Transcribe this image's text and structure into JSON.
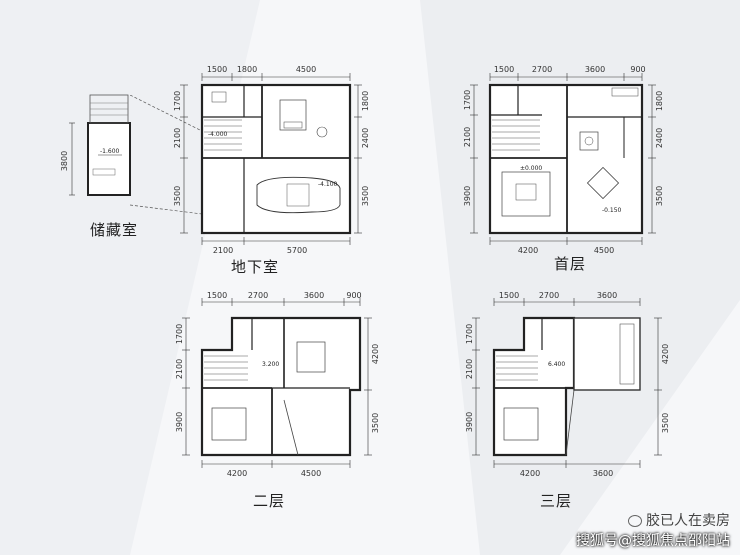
{
  "captions": {
    "storage": "储藏室",
    "basement": "地下室",
    "first": "首层",
    "second": "二层",
    "third": "三层"
  },
  "storage": {
    "level": "-1.600",
    "dimv": [
      "3800"
    ]
  },
  "basement": {
    "top": [
      "1500",
      "1800",
      "4500"
    ],
    "bottom": [
      "2100",
      "5700"
    ],
    "right": [
      "1800",
      "2400",
      "3500"
    ],
    "left": [
      "1700",
      "2100",
      "3500"
    ],
    "levels": [
      "-4.000",
      "-4.100"
    ]
  },
  "first": {
    "top": [
      "1500",
      "2700",
      "3600",
      "900"
    ],
    "bottom": [
      "4200",
      "4500"
    ],
    "right": [
      "1800",
      "2400",
      "3500"
    ],
    "left": [
      "1700",
      "2100",
      "3900"
    ],
    "levels": [
      "±0.000",
      "-0.150"
    ]
  },
  "second": {
    "top": [
      "1500",
      "2700",
      "3600",
      "900"
    ],
    "bottom": [
      "4200",
      "4500"
    ],
    "right": [
      "4200",
      "3500"
    ],
    "left": [
      "1700",
      "2100",
      "3900"
    ],
    "levels": [
      "3.200"
    ]
  },
  "third": {
    "top": [
      "1500",
      "2700",
      "3600"
    ],
    "bottom": [
      "4200",
      "3600"
    ],
    "right": [
      "4200",
      "3500"
    ],
    "left": [
      "1700",
      "2100",
      "3900"
    ],
    "levels": [
      "6.400"
    ]
  },
  "watermark": {
    "line1": "胶已人在卖房",
    "line2": "搜狐号@搜狐焦点邵阳站"
  }
}
